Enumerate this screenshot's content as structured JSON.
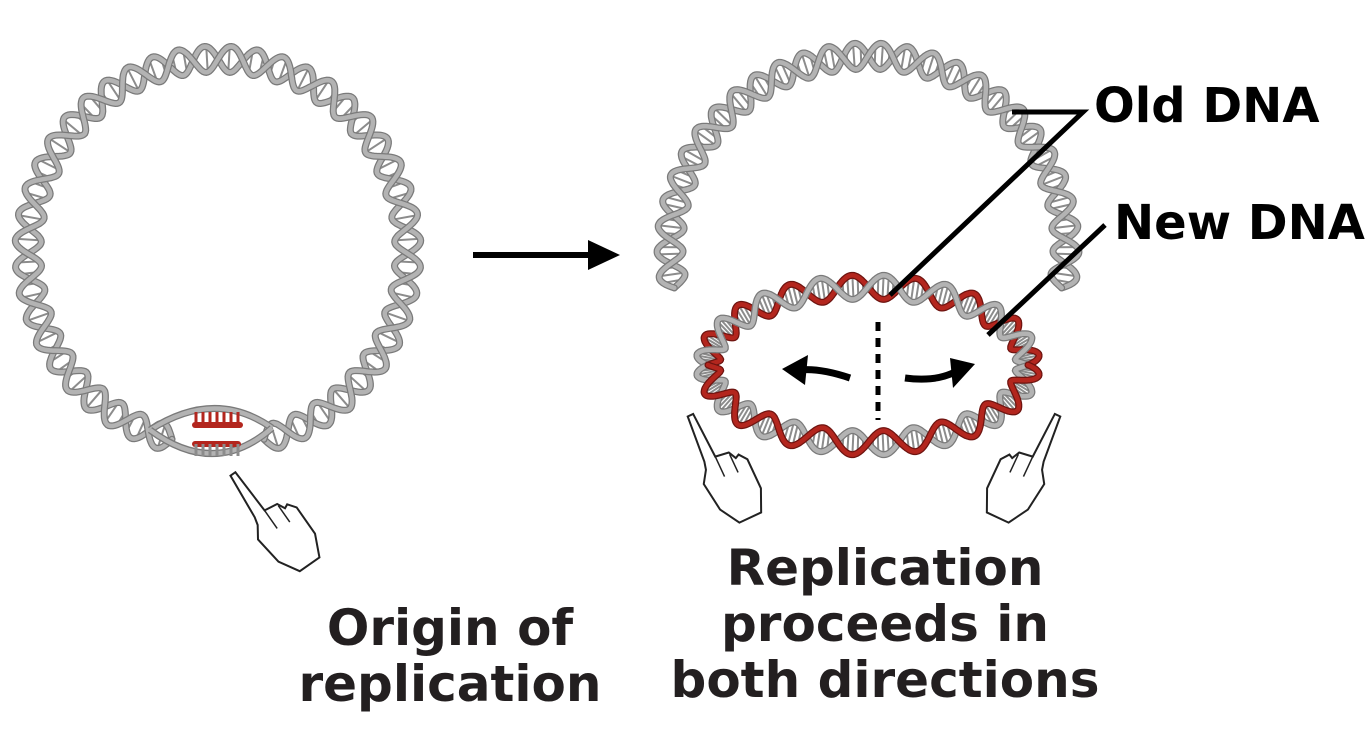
{
  "labels": {
    "old_dna": "Old DNA",
    "new_dna": "New DNA"
  },
  "captions": {
    "origin": [
      "Origin of",
      "replication"
    ],
    "bidirectional": [
      "Replication",
      "proceeds in",
      "both directions"
    ]
  },
  "colors": {
    "old_strand": "#b3b3b3",
    "old_strand_edge": "#7a7a7a",
    "new_strand": "#b3261e",
    "new_strand_edge": "#6e1410",
    "rungs": "#8c8c8c",
    "text": "#231f20",
    "lines": "#000000"
  },
  "icons": [
    "pointing-hand-icon",
    "bidirectional-arrow-icon",
    "process-arrow-icon"
  ]
}
